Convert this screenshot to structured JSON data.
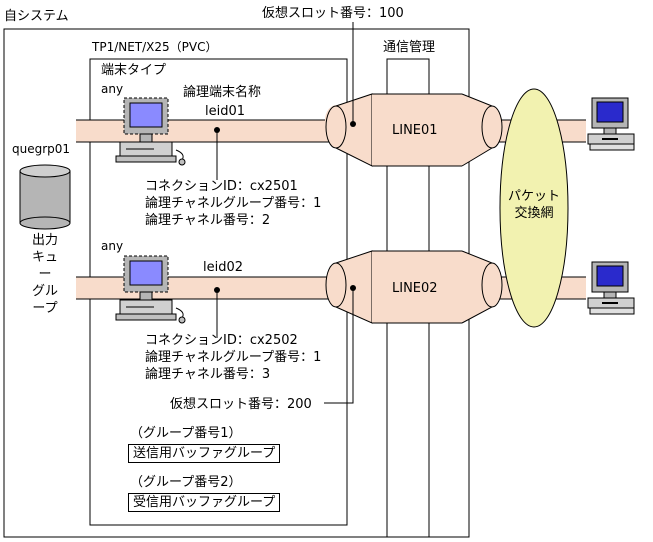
{
  "system_label": "自システム",
  "vslot_top": "仮想スロット番号：100",
  "vslot_bottom": "仮想スロット番号：200",
  "product_label": "TP1/NET/X25（PVC）",
  "comm_mgmt": "通信管理",
  "terminal_type": "端末タイプ",
  "queue": {
    "name": "quegrp01",
    "label_lines": [
      "出力",
      "キュー",
      "グループ"
    ]
  },
  "network_label_lines": [
    "パケット",
    "交換網"
  ],
  "terminals": [
    {
      "any": "any",
      "name_header": "論理端末名称",
      "name": "leid01",
      "line": "LINE01",
      "connection": "コネクションID：cx2501",
      "group_no": "論理チャネルグループ番号：1",
      "channel_no": "論理チャネル番号：2"
    },
    {
      "any": "any",
      "name": "leid02",
      "line": "LINE02",
      "connection": "コネクションID：cx2502",
      "group_no": "論理チャネルグループ番号：1",
      "channel_no": "論理チャネル番号：3"
    }
  ],
  "buffers": [
    {
      "group": "（グループ番号1）",
      "name": "送信用バッファグループ"
    },
    {
      "group": "（グループ番号2）",
      "name": "受信用バッファグループ"
    }
  ],
  "colors": {
    "pipe": "#f8dccb",
    "network": "#f2f2b0",
    "monitor_screen": "#8a8aff",
    "computer_gray": "#b5b5b5"
  }
}
